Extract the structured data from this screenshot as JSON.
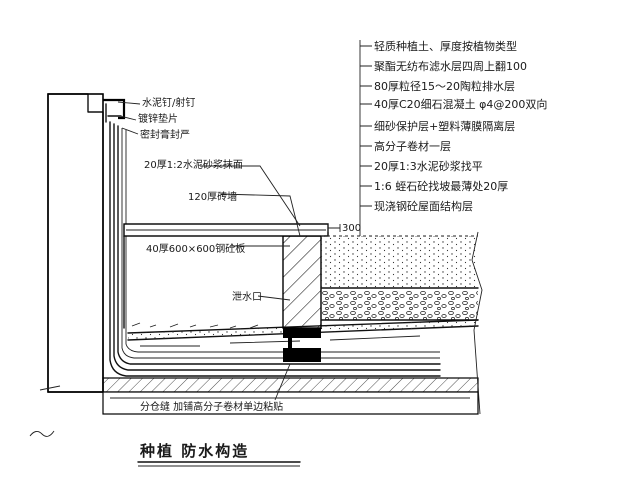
{
  "title": "种植 防水构造",
  "right_callouts": [
    "轻质种植土、厚度按植物类型",
    "聚酯无纺布滤水层四周上翻100",
    "80厚粒径15～20陶粒排水层",
    "40厚C20细石混凝土 φ4@200双向",
    "细砂保护层+塑料薄膜隔离层",
    "高分子卷材一层",
    "20厚1:3水泥砂浆找平",
    "1:6 蛭石砼找坡最薄处20厚",
    "现浇钢砼屋面结构层"
  ],
  "left_labels": {
    "nail": "水泥钉/射钉",
    "washer": "镀锌垫片",
    "sealant": "密封膏封严",
    "mortar": "20厚1:2水泥砂浆抹面",
    "brick": "120厚砖墙",
    "slab": "40厚600×600钢砼板",
    "drain": "泄水口",
    "bottom": "分仓缝 加铺高分子卷材单边粘贴",
    "dim": "300"
  }
}
